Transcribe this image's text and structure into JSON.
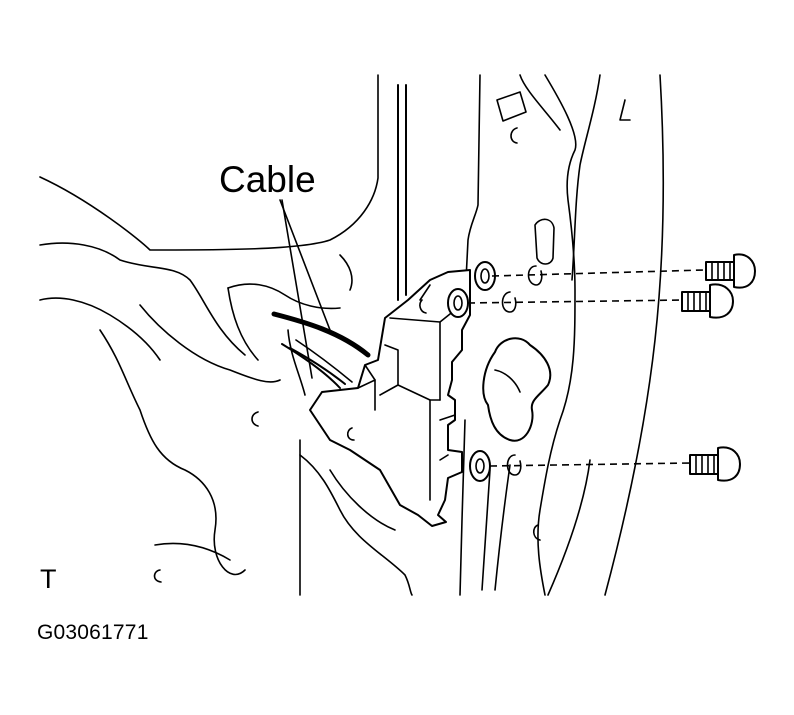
{
  "diagram": {
    "callout_label": "Cable",
    "corner_mark": "T",
    "figure_id": "G03061771"
  }
}
